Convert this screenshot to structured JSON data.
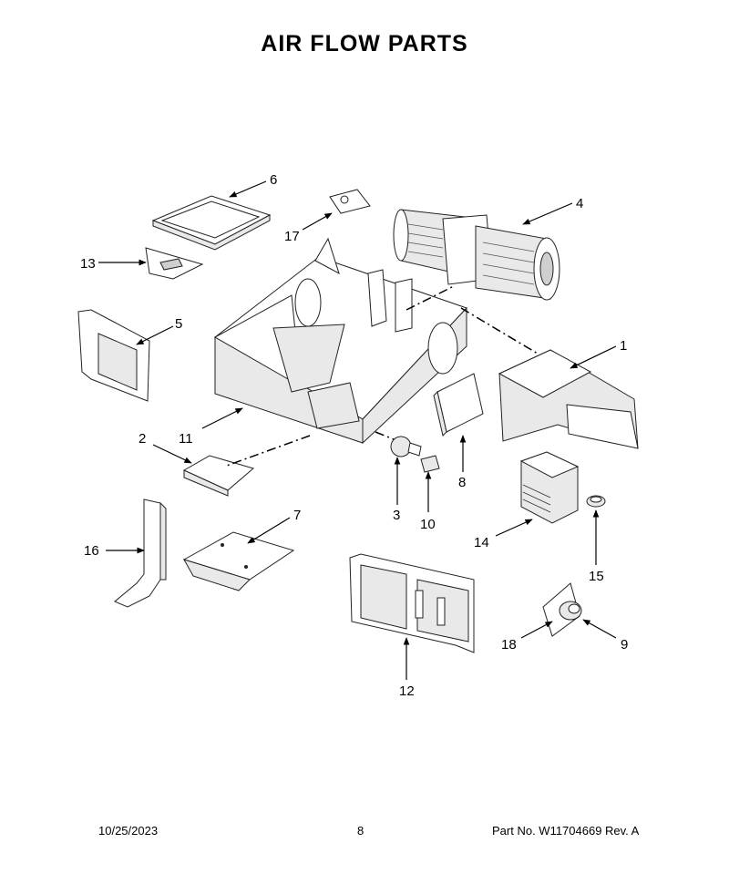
{
  "title": "AIR FLOW PARTS",
  "footer": {
    "date": "10/25/2023",
    "page": "8",
    "part_no": "Part No.  W11704669",
    "rev": "Rev.  A"
  },
  "callouts": {
    "c1": "1",
    "c2": "2",
    "c3": "3",
    "c4": "4",
    "c5": "5",
    "c6": "6",
    "c7": "7",
    "c8": "8",
    "c9": "9",
    "c10": "10",
    "c11": "11",
    "c12": "12",
    "c13": "13",
    "c14": "14",
    "c15": "15",
    "c16": "16",
    "c17": "17",
    "c18": "18"
  }
}
